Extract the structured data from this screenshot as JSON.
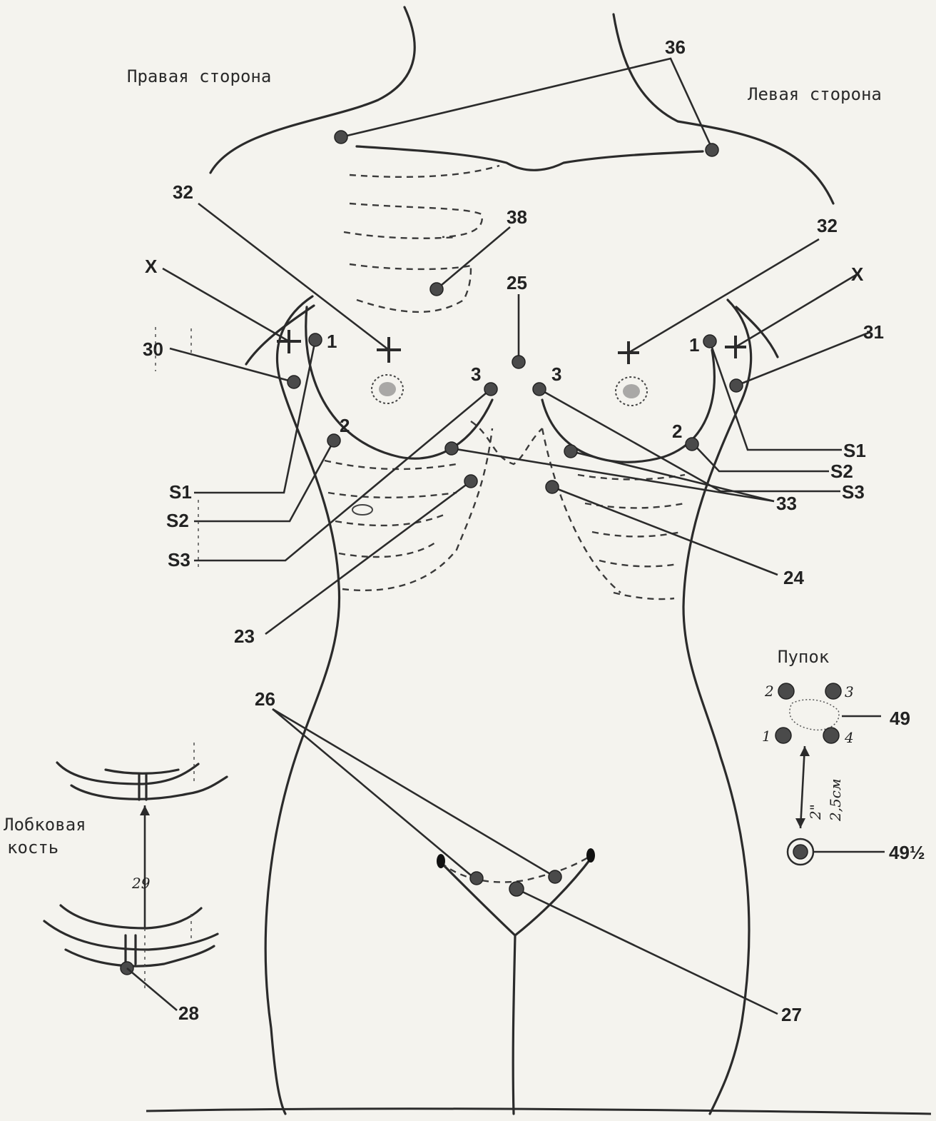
{
  "headers": {
    "right_side": "Правая сторона",
    "left_side": "Левая сторона"
  },
  "point_labels": {
    "p36": "36",
    "p32_right": "32",
    "p32_left": "32",
    "p38": "38",
    "p25": "25",
    "x_right": "X",
    "x_left": "X",
    "p30": "30",
    "p31": "31",
    "n1_right": "1",
    "n1_left": "1",
    "n2_right": "2",
    "n2_left": "2",
    "n3_right": "3",
    "n3_left": "3",
    "s1_right": "S1",
    "s2_right": "S2",
    "s3_right": "S3",
    "s1_left": "S1",
    "s2_left": "S2",
    "s3_left": "S3",
    "p33": "33",
    "p24": "24",
    "p23": "23",
    "p26": "26",
    "p27": "27",
    "p28": "28",
    "p29": "29",
    "p49": "49",
    "p49half": "49½"
  },
  "navel_inset": {
    "title": "Пупок",
    "n1": "1",
    "n2": "2",
    "n3": "3",
    "n4": "4",
    "distance_label": "2\"",
    "distance_cm": "2,5см"
  },
  "pubic_bone": {
    "line1": "Лобковая",
    "line2": "кость"
  }
}
